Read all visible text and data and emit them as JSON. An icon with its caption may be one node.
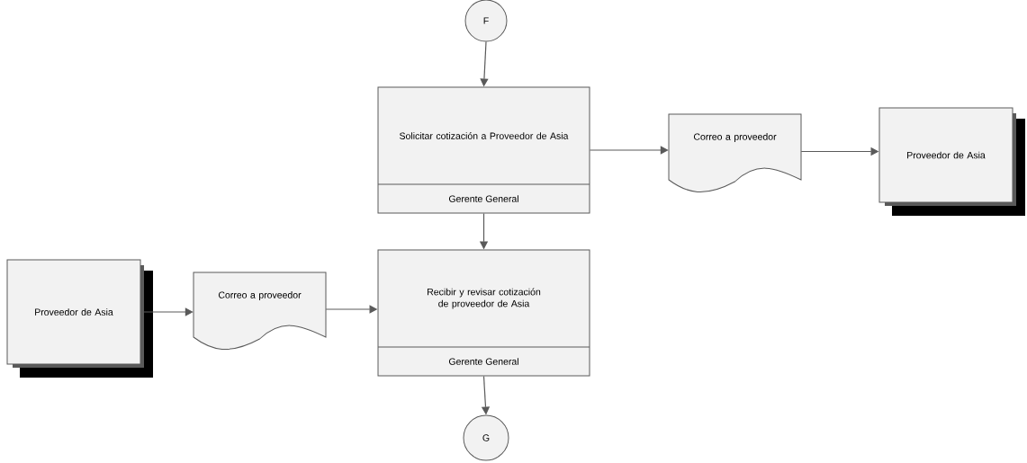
{
  "diagram": {
    "nodes": [
      {
        "text": [
          "F"
        ]
      },
      {
        "text": [
          "Solicitar cotización a Proveedor de Asia",
          "Gerente General"
        ]
      },
      {
        "text": [
          "Correo a proveedor"
        ]
      },
      {
        "text": [
          "Proveedor de Asia"
        ]
      },
      {
        "text": [
          "Proveedor de Asia"
        ]
      },
      {
        "text": [
          "Correo a proveedor"
        ]
      },
      {
        "text": [
          "Recibir y revisar cotización de proveedor de Asia",
          "Gerente General"
        ]
      },
      {
        "text": [
          "G"
        ]
      }
    ],
    "edges": [
      {
        "from": 0,
        "to": 1,
        "arrow": "to"
      },
      {
        "from": 1,
        "to": 2,
        "arrow": "to"
      },
      {
        "from": 2,
        "to": 3,
        "arrow": "to"
      },
      {
        "from": 1,
        "to": 6,
        "arrow": "to"
      },
      {
        "from": 4,
        "to": 5,
        "arrow": "to"
      },
      {
        "from": 5,
        "to": 6,
        "arrow": "to"
      },
      {
        "from": 6,
        "to": 7,
        "arrow": "to"
      }
    ]
  }
}
